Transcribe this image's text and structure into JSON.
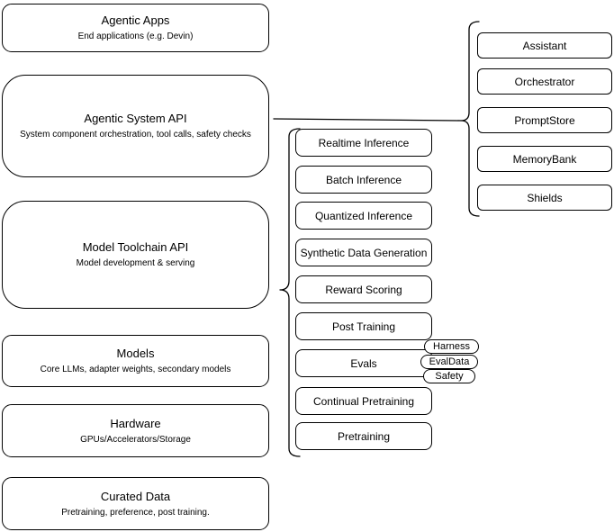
{
  "diagram": {
    "layers": [
      {
        "title": "Agentic Apps",
        "subtitle": "End applications (e.g. Devin)"
      },
      {
        "title": "Agentic System API",
        "subtitle": "System component orchestration, tool calls, safety checks"
      },
      {
        "title": "Model Toolchain API",
        "subtitle": "Model development & serving"
      },
      {
        "title": "Models",
        "subtitle": "Core LLMs, adapter weights, secondary models"
      },
      {
        "title": "Hardware",
        "subtitle": "GPUs/Accelerators/Storage"
      },
      {
        "title": "Curated Data",
        "subtitle": "Pretraining, preference, post training."
      }
    ],
    "toolchain_capabilities": [
      "Realtime Inference",
      "Batch Inference",
      "Quantized Inference",
      "Synthetic Data Generation",
      "Reward Scoring",
      "Post Training",
      "Evals",
      "Continual Pretraining",
      "Pretraining"
    ],
    "evals_tags": [
      "Harness",
      "EvalData",
      "Safety"
    ],
    "system_components": [
      "Assistant",
      "Orchestrator",
      "PromptStore",
      "MemoryBank",
      "Shields"
    ],
    "colors": {
      "stroke": "#000000",
      "fill": "#ffffff",
      "text": "#000000",
      "background": "#ffffff"
    }
  }
}
